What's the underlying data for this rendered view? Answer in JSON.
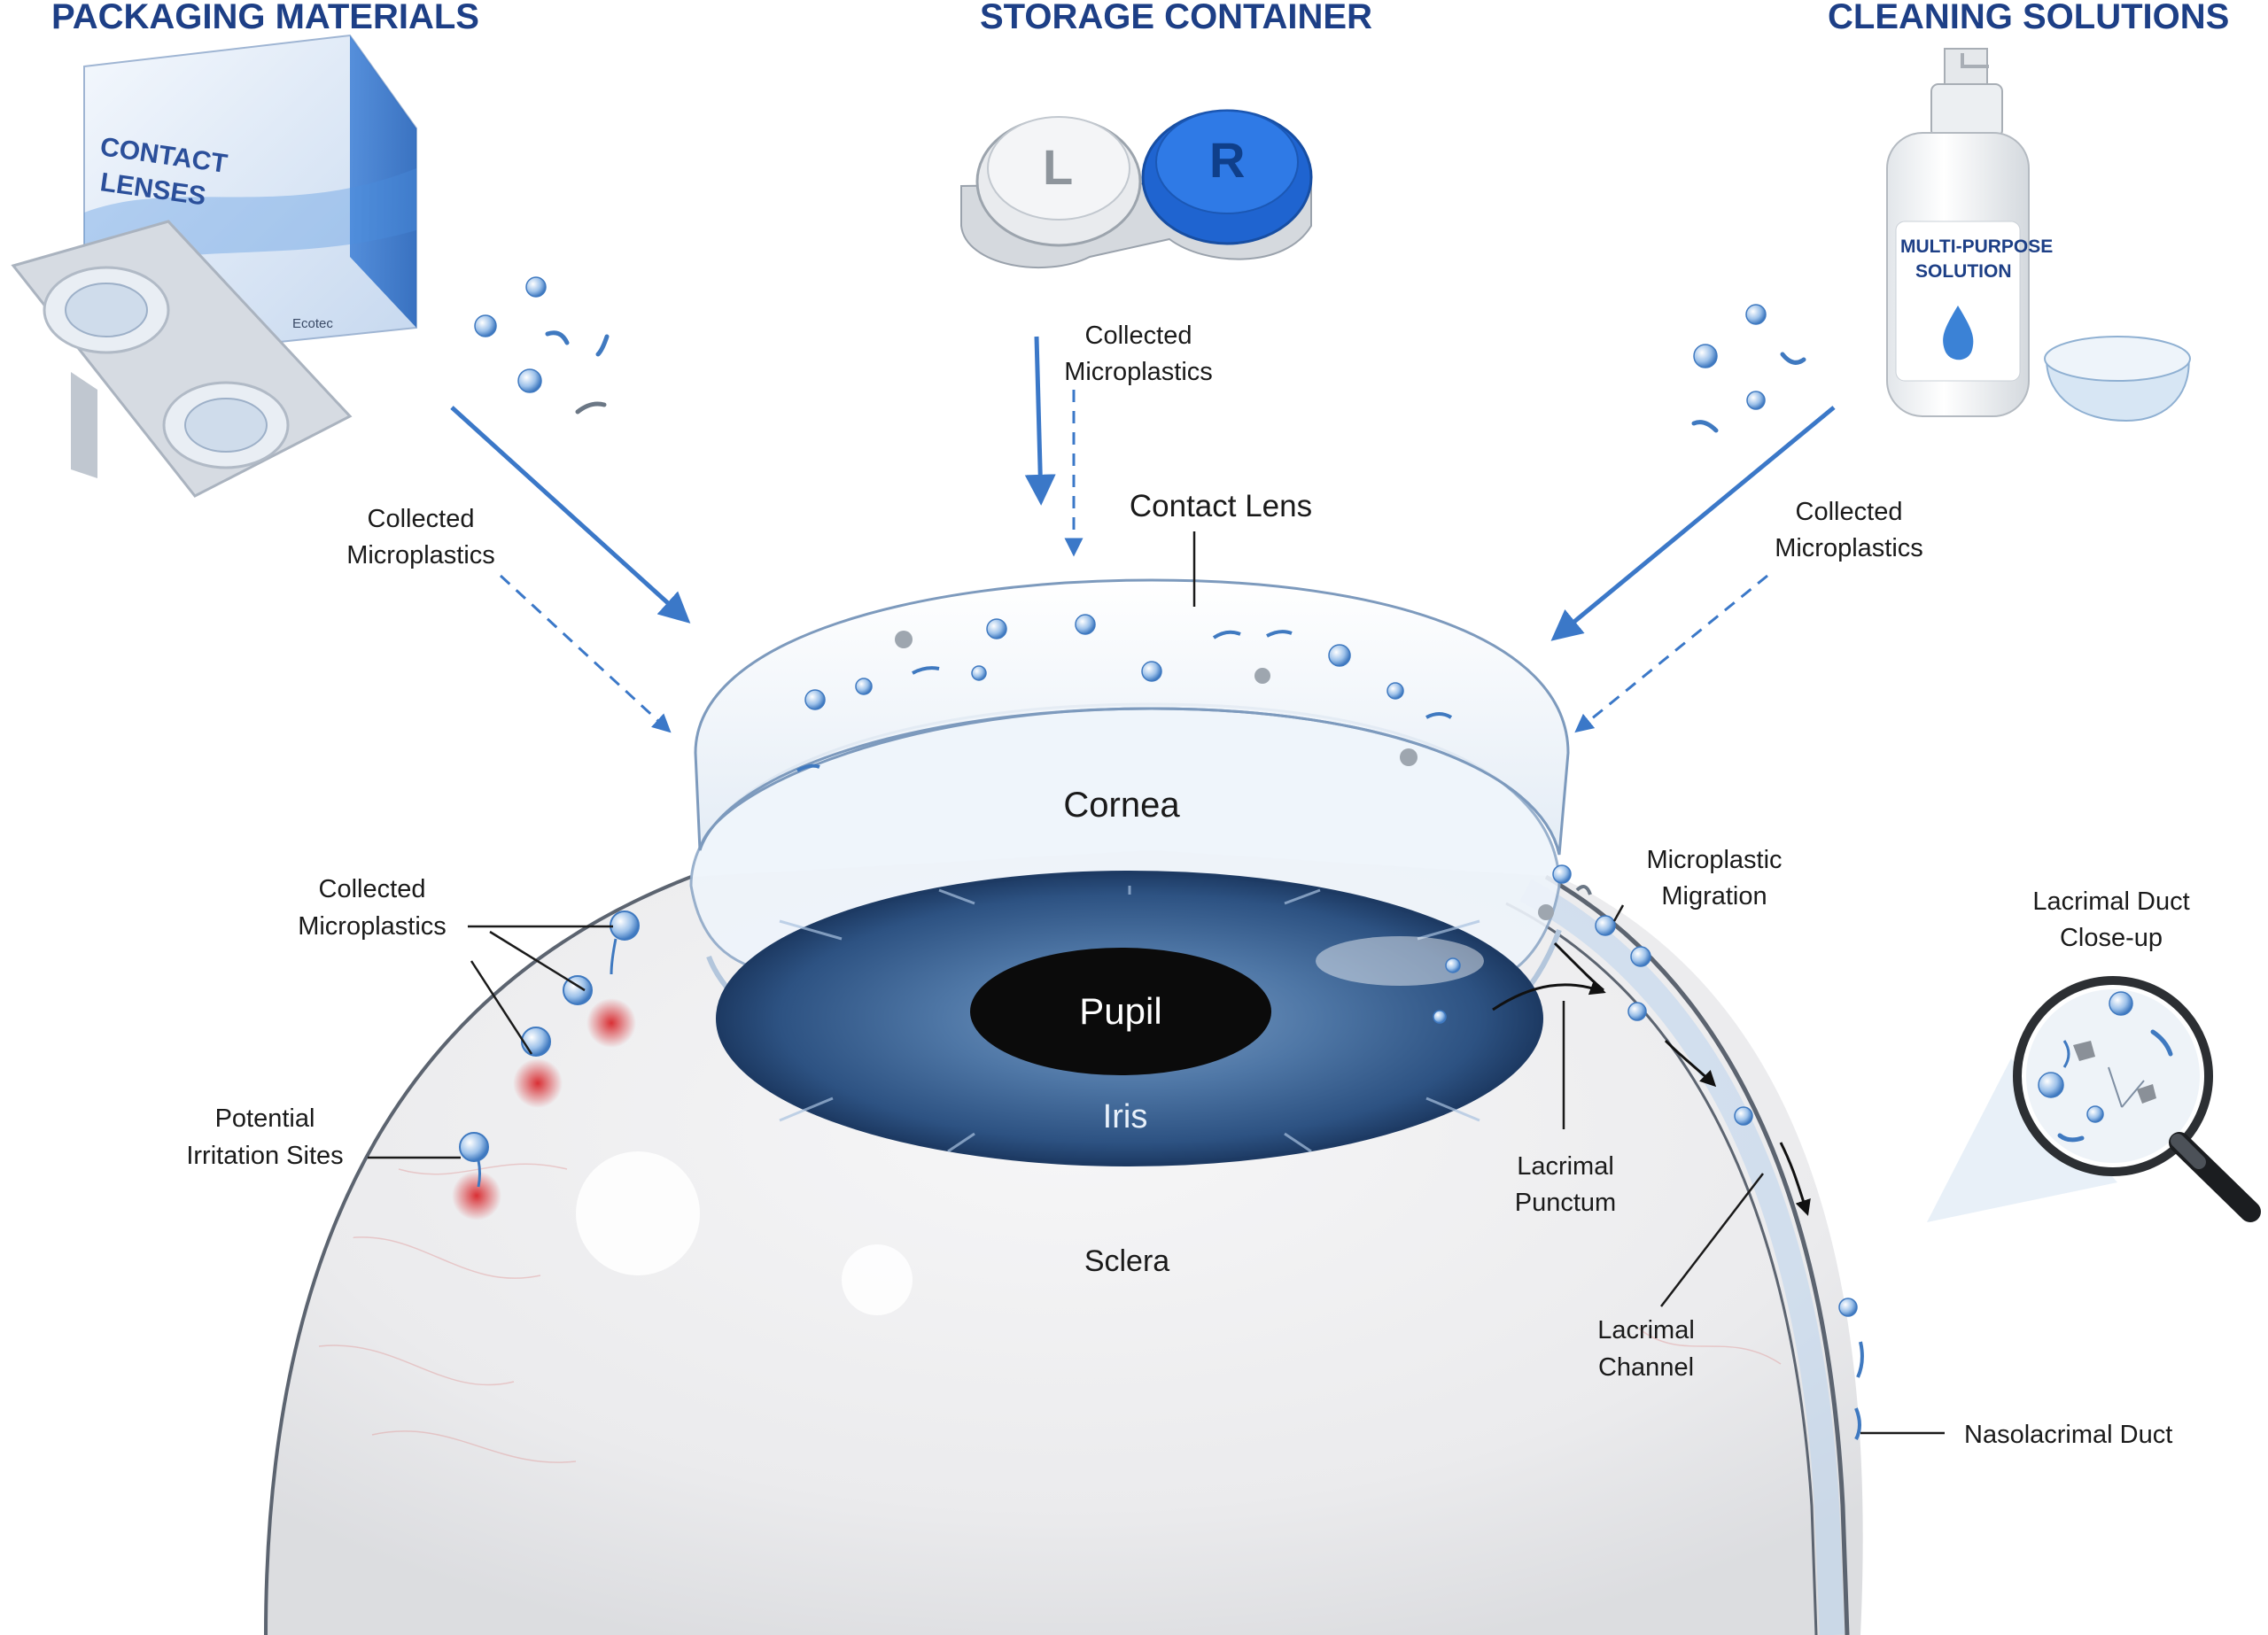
{
  "sections": {
    "packaging": "PACKAGING MATERIALS",
    "storage": "STORAGE CONTAINER",
    "cleaning": "CLEANING SOLUTIONS"
  },
  "packaging_box": {
    "brand": "CONTACT LENSES",
    "title_line1": "CONTACT",
    "title_line2": "LENSES",
    "side_mark": "Ecotec"
  },
  "storage_case": {
    "left": "L",
    "right": "R"
  },
  "bottle": {
    "line1": "MULTI-PURPOSE",
    "line2": "SOLUTION"
  },
  "labels": {
    "collected_packaging": [
      "Collected",
      "Microplastics"
    ],
    "collected_storage": [
      "Collected",
      "Microplastics"
    ],
    "collected_cleaning": [
      "Collected",
      "Microplastics"
    ],
    "collected_eye": [
      "Collected",
      "Microplastics"
    ],
    "contact_lens": "Contact Lens",
    "cornea": "Cornea",
    "pupil": "Pupil",
    "iris": "Iris",
    "sclera": "Sclera",
    "irritation": [
      "Potential",
      "Irritation Sites"
    ],
    "migration": [
      "Microplastic",
      "Migration"
    ],
    "punctum": [
      "Lacrimal",
      "Punctum"
    ],
    "channel": [
      "Lacrimal",
      "Channel"
    ],
    "nasolacrimal": "Nasolacrimal Duct",
    "closeup": [
      "Lacrimal Duct",
      "Close-up"
    ]
  },
  "colors": {
    "heading": "#1d3f86",
    "arrow": "#3b78c8",
    "iris": "#2f5d8f",
    "pupil": "#0b0b0b",
    "irritation": "#d8262b",
    "case_right": "#1f64d0",
    "case_left": "#e4e6e8"
  }
}
